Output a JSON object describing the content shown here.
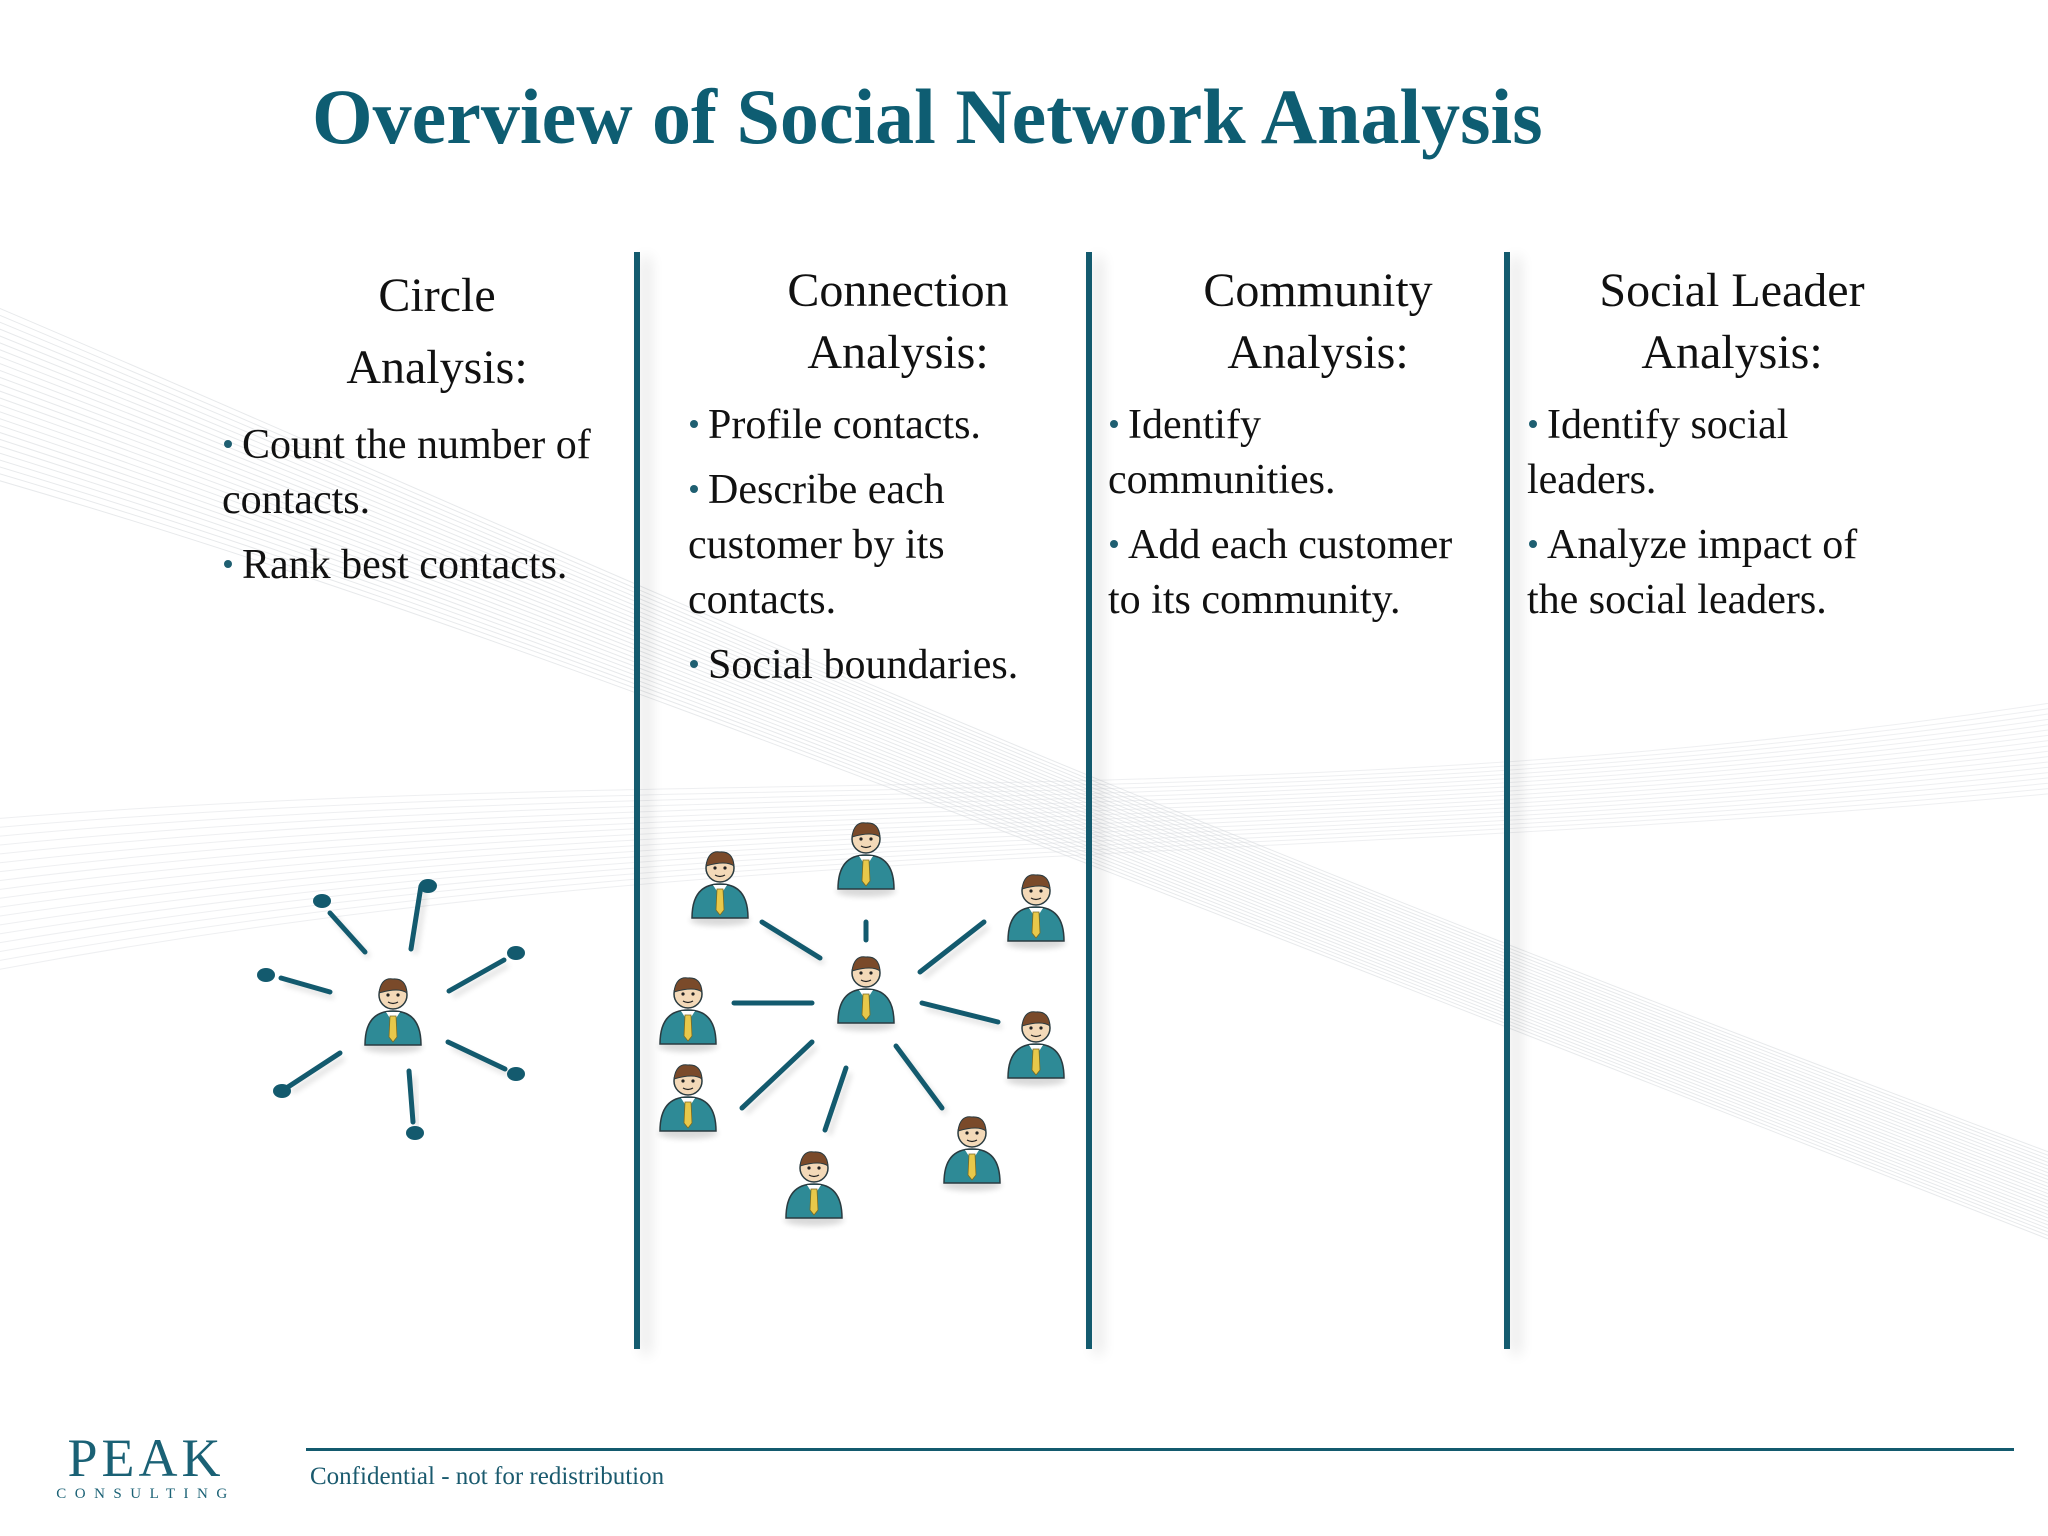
{
  "title": "Overview of Social Network Analysis",
  "columns": [
    {
      "heading": [
        "Circle",
        "Analysis:"
      ],
      "bullets": [
        "Count the number of contacts.",
        "Rank best contacts."
      ]
    },
    {
      "heading": [
        "Connection",
        "Analysis:"
      ],
      "bullets": [
        "Profile contacts.",
        "Describe each customer by its contacts.",
        "Social boundaries."
      ]
    },
    {
      "heading": [
        "Community",
        "Analysis:"
      ],
      "bullets": [
        "Identify communities.",
        "Add each customer to its community."
      ]
    },
    {
      "heading": [
        "Social Leader",
        "Analysis:"
      ],
      "bullets": [
        "Identify social leaders.",
        "Analyze impact of the social leaders."
      ]
    }
  ],
  "footer": {
    "text": "Confidential - not for redistribution"
  },
  "logo": {
    "main": "PEAK",
    "sub": "CONSULTING"
  },
  "colors": {
    "accent": "#135a6e",
    "title": "#0e5d72",
    "person_body": "#2e8a96",
    "tie": "#e8c84a"
  }
}
